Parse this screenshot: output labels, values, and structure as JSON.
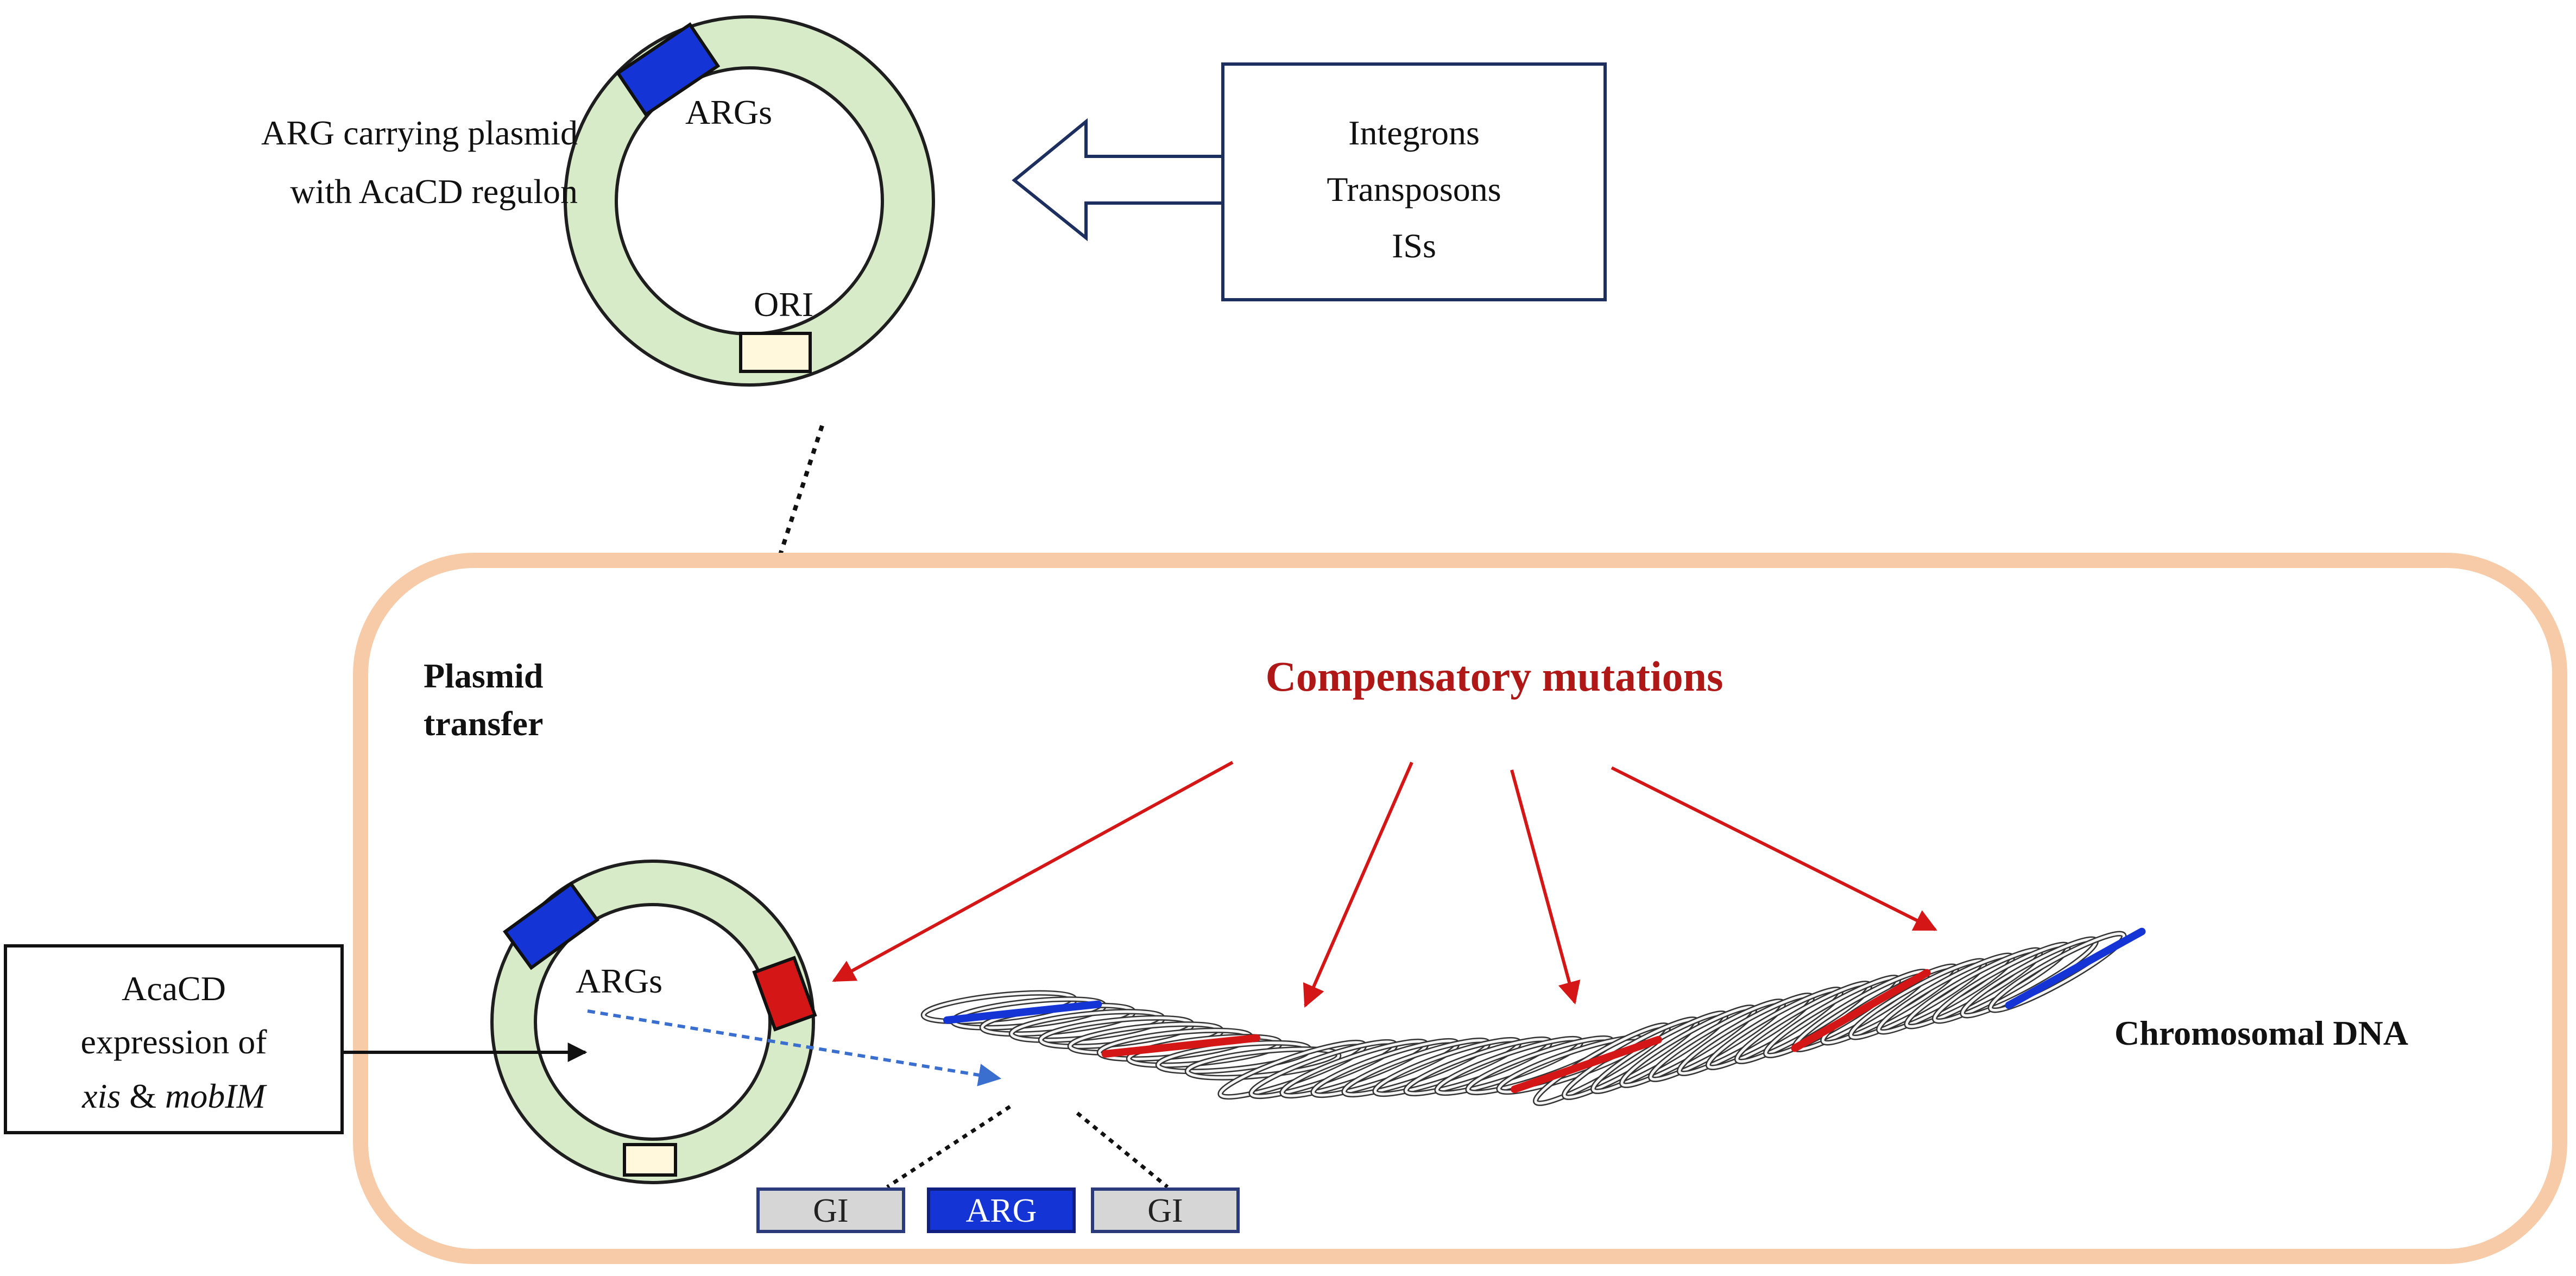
{
  "top_plasmid": {
    "caption_line1": "ARG carrying plasmid",
    "caption_line2": "with AcaCD regulon",
    "arg_label": "ARGs",
    "ori_label": "ORI"
  },
  "elements_box": {
    "line1": "Integrons",
    "line2": "Transposons",
    "line3": "ISs"
  },
  "cell": {
    "transfer_line1": "Plasmid",
    "transfer_line2": "transfer",
    "mutations_title": "Compensatory mutations",
    "chromosome_label": "Chromosomal DNA",
    "inner_plasmid_arg_label": "ARGs"
  },
  "expression_box": {
    "line1": "AcaCD",
    "line2": "expression of",
    "line3_italic_a": "xis",
    "line3_connector": " & ",
    "line3_italic_b": "mobIM"
  },
  "gene_cassette": {
    "left": "GI",
    "middle": "ARG",
    "right": "GI"
  },
  "colors": {
    "plasmid_ring": "#d8ebc9",
    "arg_segment": "#1434d6",
    "mutation": "#d41616",
    "cell_border": "#f7cba8",
    "ori_segment": "#fff8dc"
  }
}
